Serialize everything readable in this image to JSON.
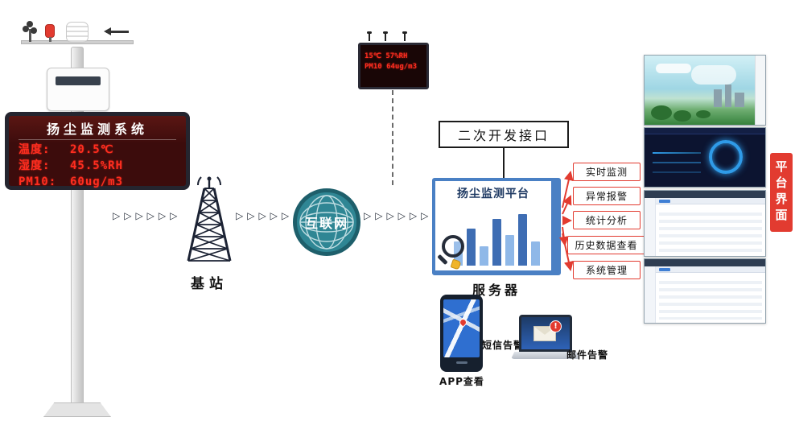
{
  "colors": {
    "accent_red": "#e23b30",
    "server_blue": "#4a80c4",
    "globe_teal": "#2f8694",
    "led_red": "#ff2d1f"
  },
  "station": {
    "display": {
      "title": "扬尘监测系统",
      "readings": [
        {
          "label": "温度:",
          "value": "20.5℃"
        },
        {
          "label": "湿度:",
          "value": "45.5%RH"
        },
        {
          "label": "PM10:",
          "value": "60ug/m3"
        }
      ]
    }
  },
  "mini_display": {
    "line1": "15℃ 57%RH",
    "line2": "PM10 64ug/m3"
  },
  "labels": {
    "base_station": "基站",
    "internet": "互联网",
    "server": "服务器",
    "api_box": "二次开发接口",
    "platform_panel": "平台界面"
  },
  "server": {
    "platform_title": "扬尘监测平台",
    "bars": [
      30,
      46,
      24,
      58,
      38,
      64,
      30
    ]
  },
  "functions": [
    "实时监测",
    "异常报警",
    "统计分析",
    "历史数据查看",
    "系统管理"
  ],
  "alerts": {
    "sms": "短信告警",
    "app": "APP查看",
    "email": "邮件告警",
    "email_badge": "!"
  },
  "arrows": {
    "chain1": "▷▷▷▷▷▷",
    "chain2": "▷▷▷▷▷",
    "chain3": "▷▷▷▷▷▷"
  }
}
